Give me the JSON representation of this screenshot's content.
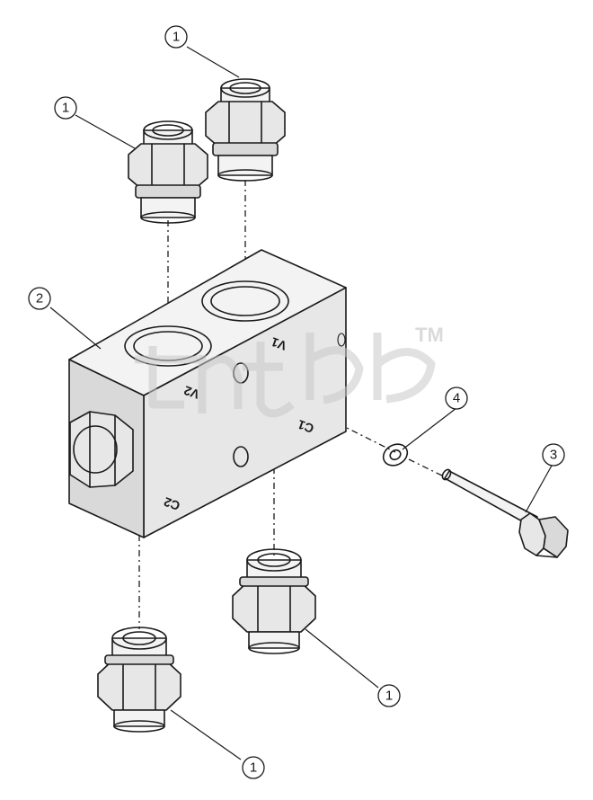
{
  "diagram": {
    "callouts": [
      {
        "id": "fitting-top-left",
        "label": "1"
      },
      {
        "id": "fitting-top-right",
        "label": "1"
      },
      {
        "id": "valve-block",
        "label": "2"
      },
      {
        "id": "bolt",
        "label": "3"
      },
      {
        "id": "washer",
        "label": "4"
      },
      {
        "id": "fitting-bottom-right",
        "label": "1"
      },
      {
        "id": "fitting-bottom-left",
        "label": "1"
      }
    ],
    "port_labels": {
      "v1": "V1",
      "v2": "V2",
      "c1": "C1",
      "c2": "C2"
    },
    "watermark": {
      "trademark": "TM"
    }
  }
}
